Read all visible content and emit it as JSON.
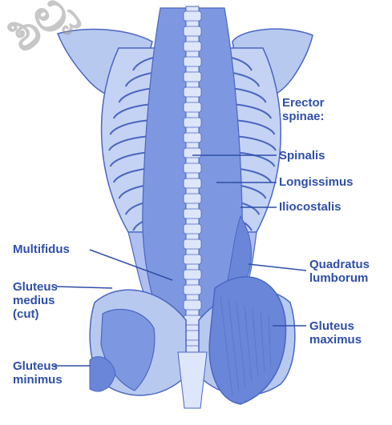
{
  "watermark": "ಶಿಲ್ಪ",
  "labels": {
    "erector_title_line1": "Erector",
    "erector_title_line2": "spinae:",
    "spinalis": "Spinalis",
    "longissimus": "Longissimus",
    "iliocostalis": "Iliocostalis",
    "multifidus": "Multifidus",
    "quadratus_line1": "Quadratus",
    "quadratus_line2": "lumborum",
    "gluteus_medius_line1": "Gluteus",
    "gluteus_medius_line2": "medius",
    "gluteus_medius_line3": "(cut)",
    "gluteus_maximus_line1": "Gluteus",
    "gluteus_maximus_line2": "maximus",
    "gluteus_minimus_line1": "Gluteus",
    "gluteus_minimus_line2": "minimus"
  },
  "colors": {
    "label_text": "#2f4fa6",
    "leader_line": "#2f4fa6",
    "bone_fill": "#b8c9f0",
    "bone_light": "#dde6fb",
    "muscle_fill": "#7d98e0",
    "muscle_dark": "#5a78cf",
    "outline": "#4a66c2",
    "watermark": "#9a9a9a"
  }
}
